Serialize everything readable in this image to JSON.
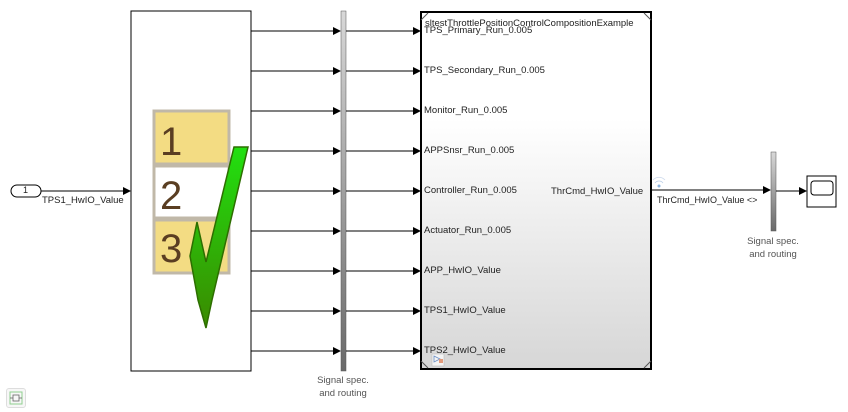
{
  "inport": {
    "number": "1",
    "signal_label": "TPS1_HwIO_Value"
  },
  "test_sequence_block": {
    "rows": [
      "1",
      "2",
      "3"
    ],
    "colors": {
      "row_fill": "#f3dc83",
      "row_border": "#c0b8a8",
      "digit": "#5a3e22",
      "check_light": "#22e010",
      "check_dark": "#3a8a00"
    }
  },
  "bus_left": {
    "caption_line1": "Signal spec.",
    "caption_line2": "and routing"
  },
  "bus_right": {
    "caption_line1": "Signal spec.",
    "caption_line2": "and routing"
  },
  "model_block": {
    "title": "sltestThrottlePositionControlCompositionExample",
    "inputs": [
      "TPS_Primary_Run_0.005",
      "TPS_Secondary_Run_0.005",
      "Monitor_Run_0.005",
      "APPSnsr_Run_0.005",
      "Controller_Run_0.005",
      "Actuator_Run_0.005",
      "APP_HwIO_Value",
      "TPS1_HwIO_Value",
      "TPS2_HwIO_Value"
    ],
    "output": "ThrCmd_HwIO_Value"
  },
  "output_signal_label": "ThrCmd_HwIO_Value <>",
  "scope_block": {
    "name": "scope"
  }
}
